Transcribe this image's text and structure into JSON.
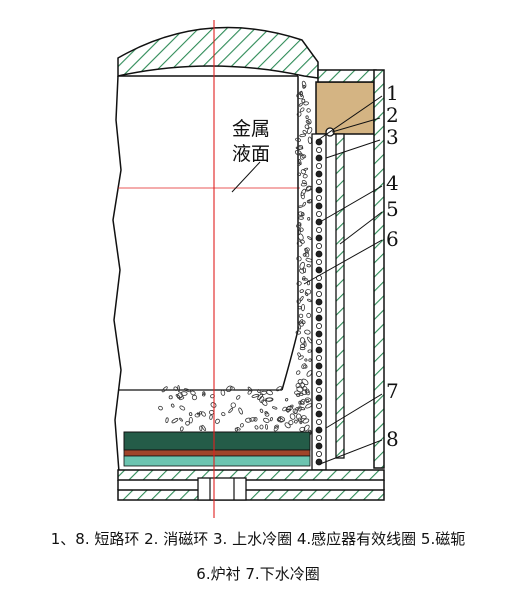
{
  "diagram": {
    "liquid_label_line1": "金属",
    "liquid_label_line2": "液面",
    "callouts": [
      "1",
      "2",
      "3",
      "4",
      "5",
      "6",
      "7",
      "8"
    ]
  },
  "caption": {
    "line1": "1、8. 短路环  2. 消磁环  3. 上水冷圈  4.感应器有效线圈  5.磁轭",
    "line2": "6.炉衬  7.下水冷圈"
  },
  "colors": {
    "hatch": "#2e8b57",
    "outline": "#111111",
    "red_axis": "#e02020",
    "wood_block": "#d4b483",
    "dark_layer": "#245c48",
    "brown_layer": "#a0442a",
    "teal_layer": "#6cc4b0"
  }
}
